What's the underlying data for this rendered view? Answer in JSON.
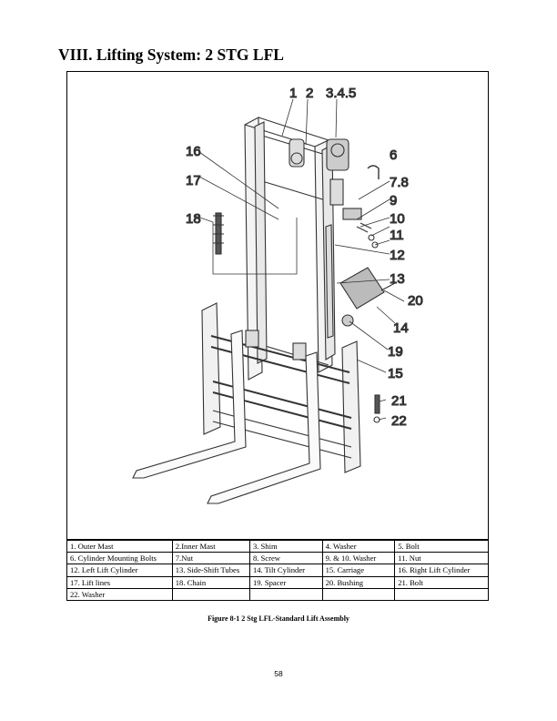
{
  "section_title": "VIII. Lifting System: 2 STG LFL",
  "callouts": [
    "1",
    "2",
    "3",
    "4",
    "5",
    "6",
    "7",
    "8",
    "9",
    "10",
    "11",
    "12",
    "13",
    "14",
    "15",
    "16",
    "17",
    "18",
    "19",
    "20",
    "21",
    "22"
  ],
  "callout_labels": {
    "top_1": "1",
    "top_2": "2",
    "top_345": "3.4.5",
    "c6": "6",
    "c78": "7.8",
    "c9": "9",
    "c10": "10",
    "c11": "11",
    "c12": "12",
    "c13": "13",
    "c20": "20",
    "c14": "14",
    "c19": "19",
    "c15": "15",
    "c21": "21",
    "c22": "22",
    "c16": "16",
    "c17": "17",
    "c18": "18"
  },
  "parts_table": [
    [
      "1. Outer Mast",
      "2.Inner Mast",
      "3. Shim",
      "4. Washer",
      "5. Bolt"
    ],
    [
      "6. Cylinder Mounting Bolts",
      "7.Nut",
      "8. Screw",
      "9. & 10. Washer",
      "11. Nut"
    ],
    [
      "12. Left Lift Cylinder",
      "13. Side-Shift Tubes",
      "14. Tilt Cylinder",
      "15. Carriage",
      "16. Right Lift Cylinder"
    ],
    [
      "17. Lift lines",
      "18. Chain",
      "19. Spacer",
      "20. Bushing",
      "21. Bolt"
    ],
    [
      "22. Washer",
      "",
      "",
      "",
      ""
    ]
  ],
  "figure_caption": "Figure 8-1 2 Stg LFL-Standard Lift Assembly",
  "page_number": "58"
}
